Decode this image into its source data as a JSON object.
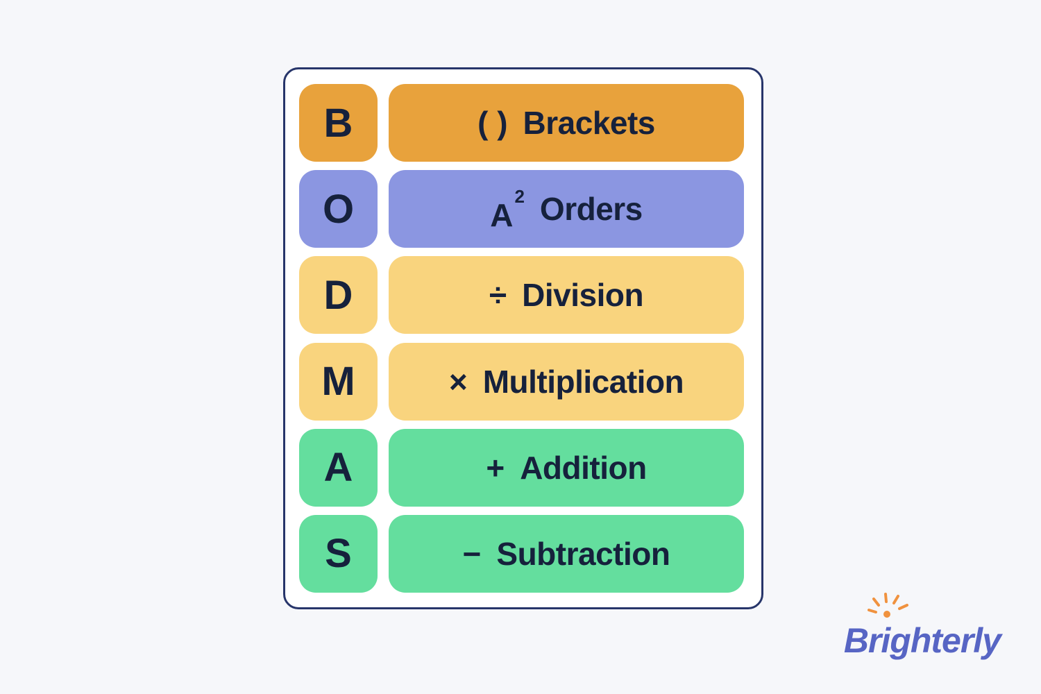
{
  "page": {
    "background_color": "#F6F7FA",
    "text_color": "#16213C",
    "card_border_color": "#27356A"
  },
  "rows": [
    {
      "letter": "B",
      "symbol": "( )",
      "label": "Brackets",
      "color": "#E8A23C"
    },
    {
      "letter": "O",
      "symbol": "A",
      "symbol_sup": "2",
      "label": "Orders",
      "color": "#8B96E1"
    },
    {
      "letter": "D",
      "symbol": "÷",
      "label": "Division",
      "color": "#F9D47E"
    },
    {
      "letter": "M",
      "symbol": "×",
      "label": "Multiplication",
      "color": "#F9D47E"
    },
    {
      "letter": "A",
      "symbol": "+",
      "label": "Addition",
      "color": "#64DE9E"
    },
    {
      "letter": "S",
      "symbol": "−",
      "label": "Subtraction",
      "color": "#64DE9E"
    }
  ],
  "logo": {
    "text": "Brighterly",
    "color": "#5765C4",
    "sun_color": "#F0923F"
  }
}
